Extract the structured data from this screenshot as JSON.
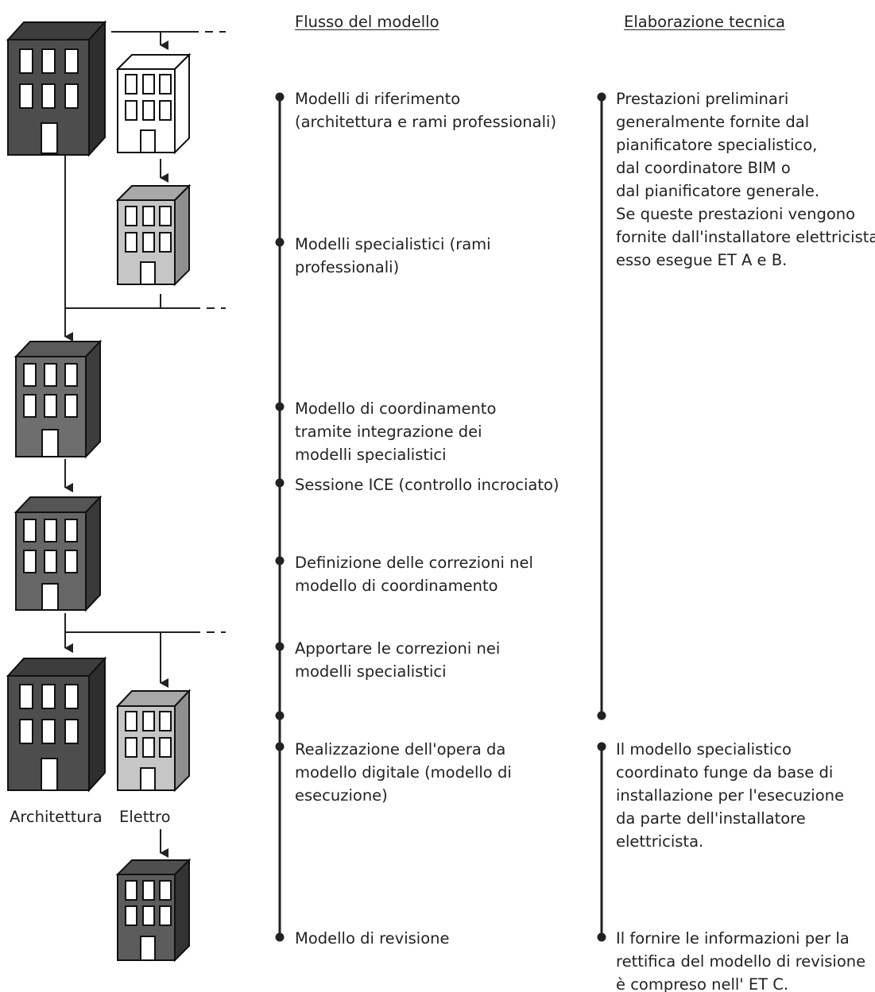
{
  "headers": {
    "model_flow": "Flusso del modello",
    "technical": "Elaborazione tecnica"
  },
  "model_flow_steps": [
    "Modelli di riferimento\n(architettura e rami professionali)",
    "Modelli specialistici (rami\nprofessionali)",
    "Modello di coordinamento\ntramite integrazione dei\nmodelli specialistici",
    "Sessione ICE (controllo incrociato)",
    "Definizione delle correzioni nel\nmodello di coordinamento",
    "Apportare le correzioni nei\nmodelli specialistici",
    "Realizzazione dell'opera da\nmodello digitale (modello di\nesecuzione)",
    "Modello di revisione"
  ],
  "technical_notes": [
    "Prestazioni preliminari\ngeneralmente fornite dal\npianificatore specialistico,\ndal coordinatore BIM o\ndal pianificatore generale.\nSe queste prestazioni vengono\nfornite dall'installatore elettricista,\nesso esegue ET A e B.",
    "Il modello specialistico\ncoordinato funge da base di\ninstallazione per l'esecuzione\nda parte dell'installatore\nelettricista.",
    "Il fornire le informazioni per la\nrettifica del modello di revisione\nè compreso nell' ET C."
  ],
  "building_labels": {
    "architecture": "Architettura",
    "electro": "Elettro"
  },
  "colors": {
    "dark_building": "#4d4d4d",
    "dark_side": "#2e2e2e",
    "mid_building": "#6e6e6e",
    "light_building": "#c6c6c6",
    "white_building": "#ffffff",
    "line": "#222222"
  }
}
